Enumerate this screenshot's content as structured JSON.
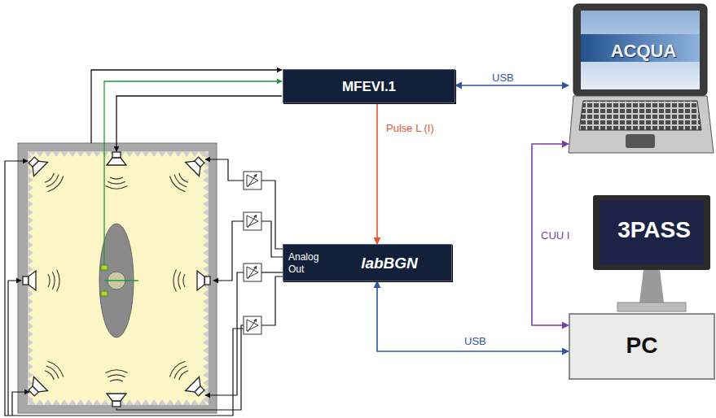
{
  "diagram": {
    "nodes": [
      {
        "text": [
          "MFEVI.1"
        ]
      },
      {
        "text": [
          "ACQUA"
        ]
      },
      {
        "text": [
          "Analog Out",
          "labBGN"
        ]
      },
      {
        "text": [
          "3PASS"
        ]
      },
      {
        "text": [
          "PC"
        ]
      }
    ],
    "edges": [
      {
        "from": 0,
        "to": 1,
        "label": "USB",
        "arrow": "both"
      },
      {
        "from": 0,
        "to": 2,
        "label": "Pulse L (I)",
        "arrow": "to"
      },
      {
        "from": 1,
        "to": 4,
        "label": "CUU I",
        "arrow": "both"
      },
      {
        "from": 2,
        "to": 4,
        "label": "USB",
        "arrow": "both"
      }
    ]
  }
}
